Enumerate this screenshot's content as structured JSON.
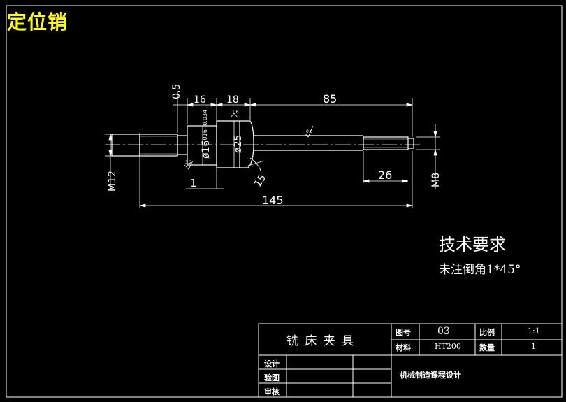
{
  "title": "定位销",
  "technical_requirements": {
    "heading": "技术要求",
    "note": "未注倒角1*45°"
  },
  "dimensions": {
    "d_0_5": "0,5",
    "d_16": "16",
    "d_18": "18",
    "d_85": "85",
    "d_145": "145",
    "d_26": "26",
    "d_1": "1",
    "d_15": "15",
    "d_m12": "M12",
    "d_m8": "M8",
    "d_phi25": "ø25",
    "d_phi16": "ø16",
    "d_tol": "-0.016 -0.034",
    "d_r1": "0.8",
    "d_r2": "1.6",
    "d_r3": "3.2"
  },
  "title_block": {
    "part_name": "铣 床 夹 具",
    "drawing_no_label": "图号",
    "drawing_no": "03",
    "scale_label": "比例",
    "scale": "1:1",
    "material_label": "材料",
    "material": "HT200",
    "quantity_label": "数量",
    "quantity": "1",
    "design_label": "设计",
    "check_label": "验图",
    "review_label": "审核",
    "course": "机械制造课程设计"
  }
}
